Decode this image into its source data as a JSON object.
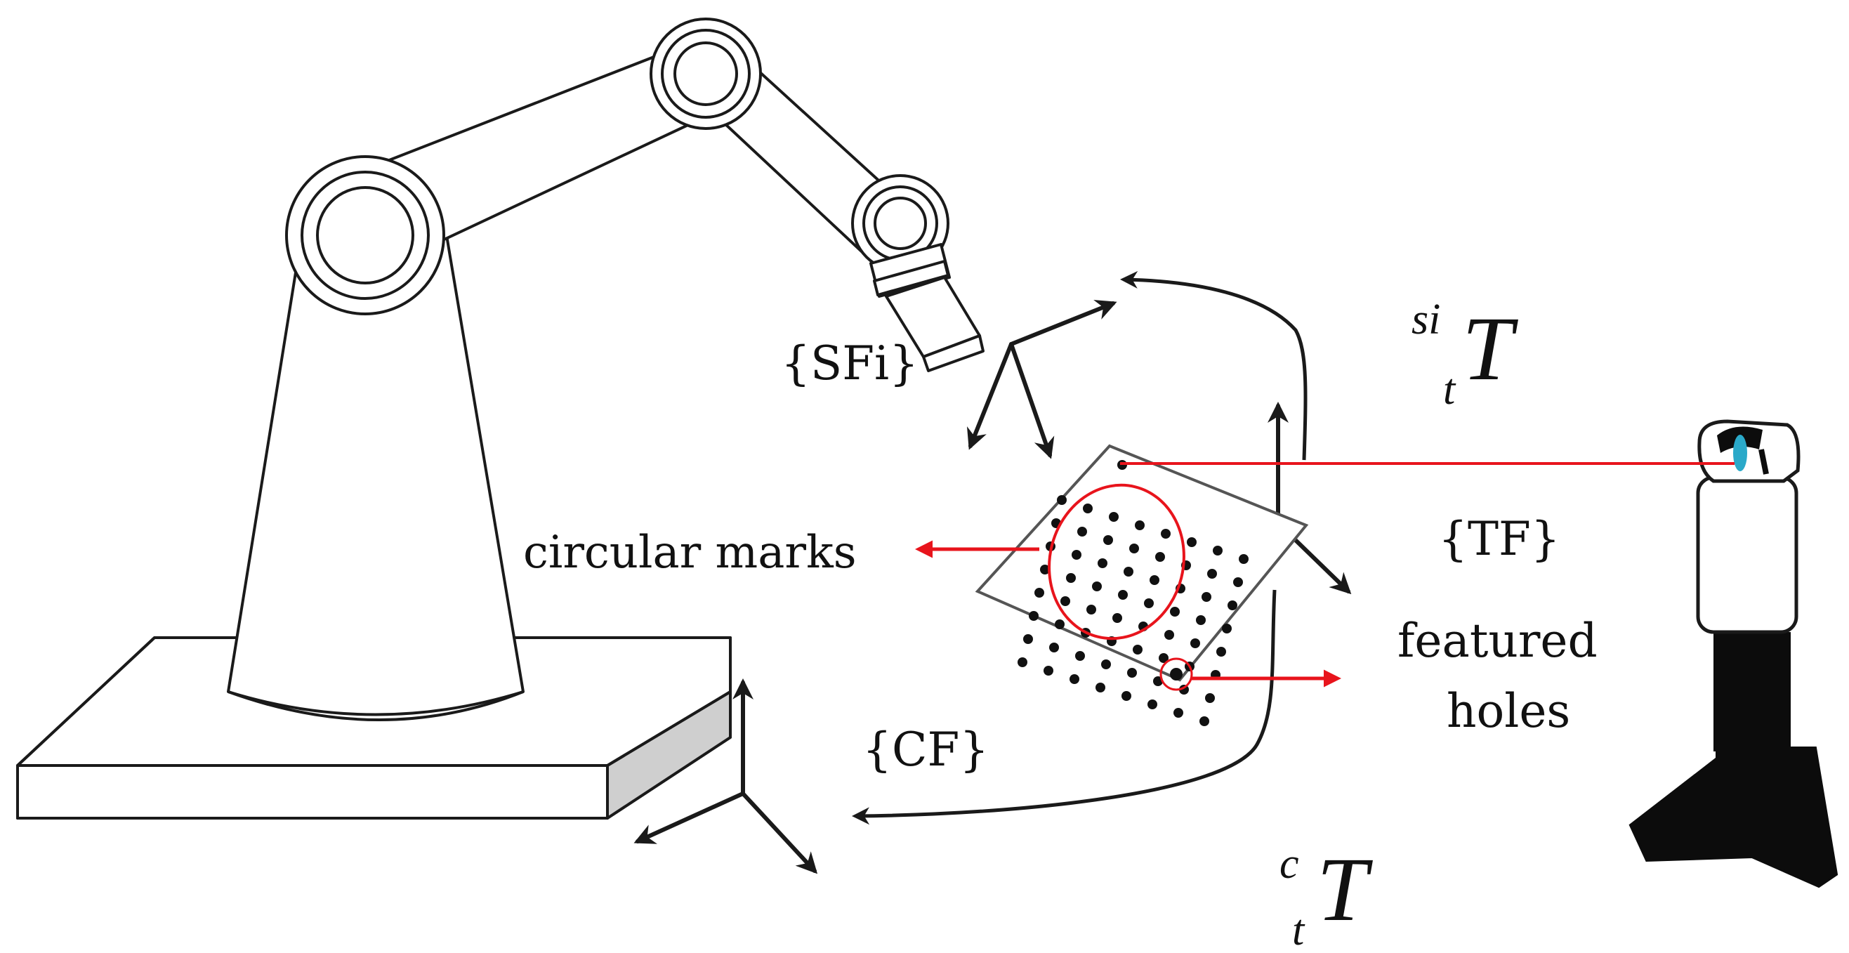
{
  "labels": {
    "sensor_frame": "{SFi}",
    "target_frame": "{TF}",
    "calibration_frame": "{CF}",
    "circular_marks": "circular marks",
    "featured_holes_line1": "featured",
    "featured_holes_line2": "holes"
  },
  "transforms": {
    "sensor_to_target": {
      "main": "T",
      "superscript": "si",
      "subscript": "t"
    },
    "calibration_to_target": {
      "main": "T",
      "superscript": "c",
      "subscript": "t"
    }
  },
  "colors": {
    "line": "#1a1a1a",
    "highlight": "#e8141c",
    "base_side": "#cfcfcf",
    "tracker_lens": "#2aa9c9"
  }
}
